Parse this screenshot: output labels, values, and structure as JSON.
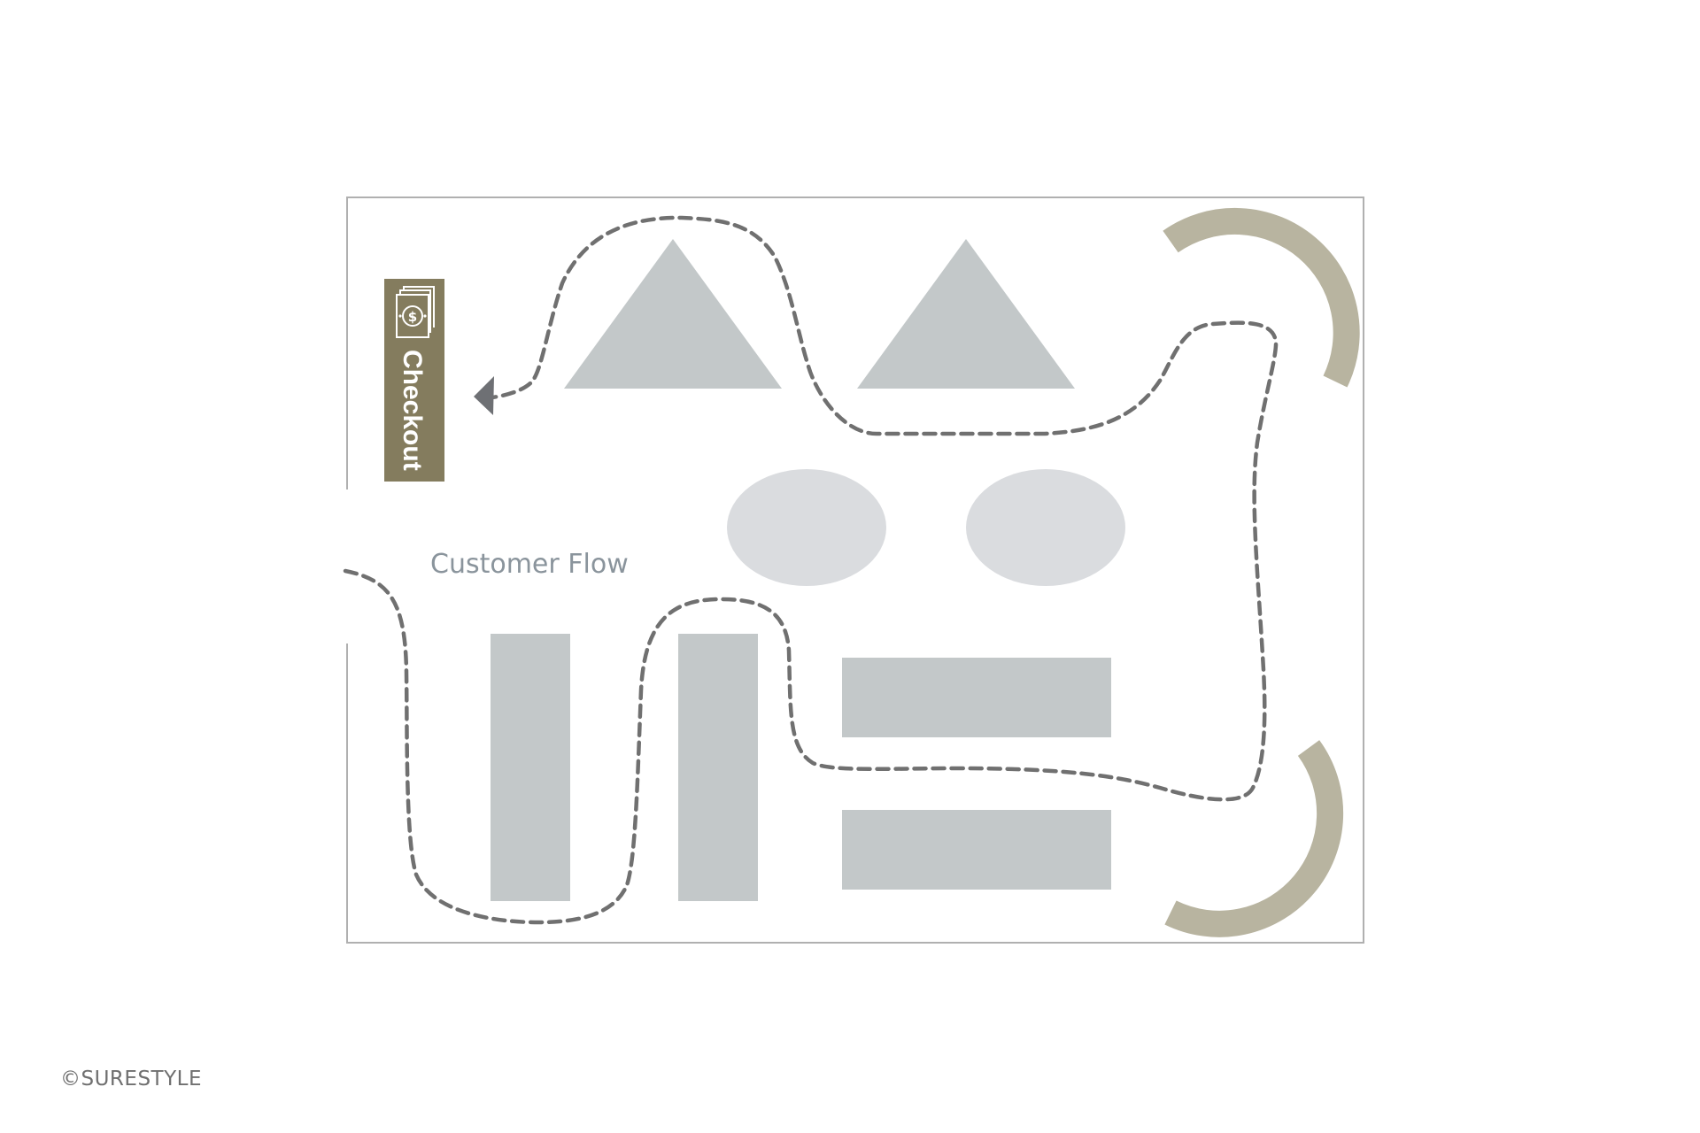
{
  "diagram": {
    "checkout_label": "Checkout",
    "flow_label": "Customer Flow",
    "copyright": "©SURESTYLE"
  },
  "colors": {
    "background": "#ffffff",
    "border": "#b0b0b0",
    "fixture": "#c3c8c9",
    "table": "#dadcdf",
    "counter": "#b8b4a0",
    "checkout_bg": "#847c5e",
    "path": "#707070",
    "flow_text": "#8a949c"
  },
  "icons": {
    "checkout_icon": "cash-register-icon",
    "arrow_head": "arrow-head-icon"
  }
}
